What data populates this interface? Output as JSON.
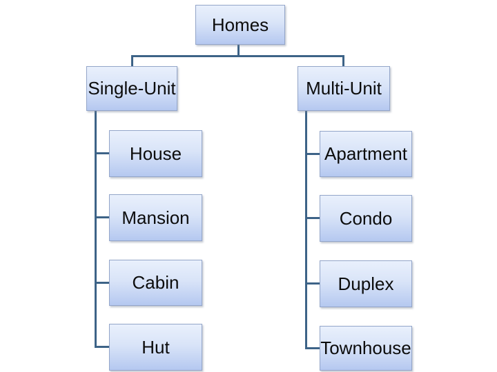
{
  "diagram": {
    "title": "Homes hierarchy chart",
    "type": "hierarchy",
    "root": {
      "label": "Homes"
    },
    "branches": [
      {
        "label": "Single-Unit",
        "children": [
          {
            "label": "House"
          },
          {
            "label": "Mansion"
          },
          {
            "label": "Cabin"
          },
          {
            "label": "Hut"
          }
        ]
      },
      {
        "label": "Multi-Unit",
        "children": [
          {
            "label": "Apartment"
          },
          {
            "label": "Condo"
          },
          {
            "label": "Duplex"
          },
          {
            "label": "Townhouse"
          }
        ]
      }
    ]
  },
  "colors": {
    "background": "#ffffff",
    "box_fill_top": "#e9f0fc",
    "box_fill_bottom": "#b5c8f0",
    "box_border": "#93a5c9",
    "connector": "#3d6387",
    "text": "#0c0c0c"
  }
}
